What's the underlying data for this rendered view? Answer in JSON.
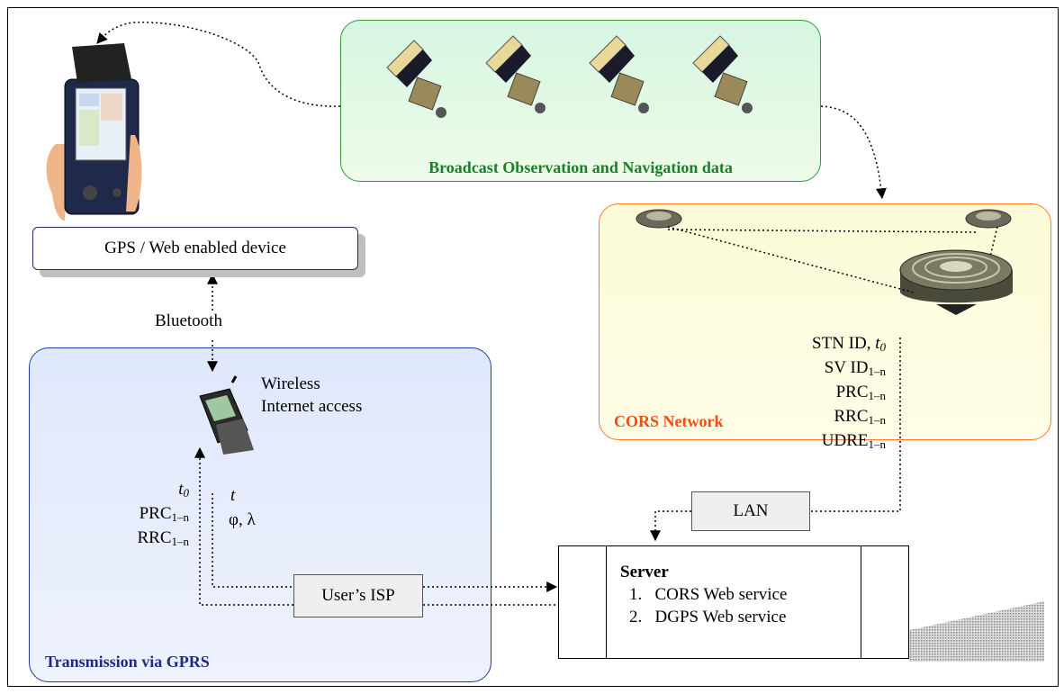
{
  "panels": {
    "broadcast": {
      "label": "Broadcast Observation and Navigation data",
      "color": "#1a7f2a"
    },
    "cors": {
      "label": "CORS Network",
      "color": "#ff4a0a"
    },
    "gprs": {
      "label": "Transmission via GPRS",
      "color": "#1f2a80"
    }
  },
  "device": {
    "label": "GPS / Web enabled device"
  },
  "links": {
    "bluetooth": "Bluetooth"
  },
  "phone": {
    "line1": "Wireless",
    "line2": "Internet access"
  },
  "uplink": {
    "t": "t",
    "phi_lambda": "φ, λ"
  },
  "downlink": {
    "t0": "t",
    "t0_sub": "0",
    "prc": "PRC",
    "rrc": "RRC",
    "range_sub": "1–n"
  },
  "cors_output": {
    "stn": "STN ID, ",
    "t0": "t",
    "t0_sub": "0",
    "sv": "SV ID",
    "prc": "PRC",
    "rrc": "RRC",
    "udre": "UDRE",
    "range_sub": "1–n"
  },
  "lan": {
    "label": "LAN"
  },
  "isp": {
    "label": "User’s ISP"
  },
  "server": {
    "title": "Server",
    "services": [
      {
        "num": "1.",
        "name": "CORS Web service"
      },
      {
        "num": "2.",
        "name": "DGPS Web service"
      }
    ]
  }
}
